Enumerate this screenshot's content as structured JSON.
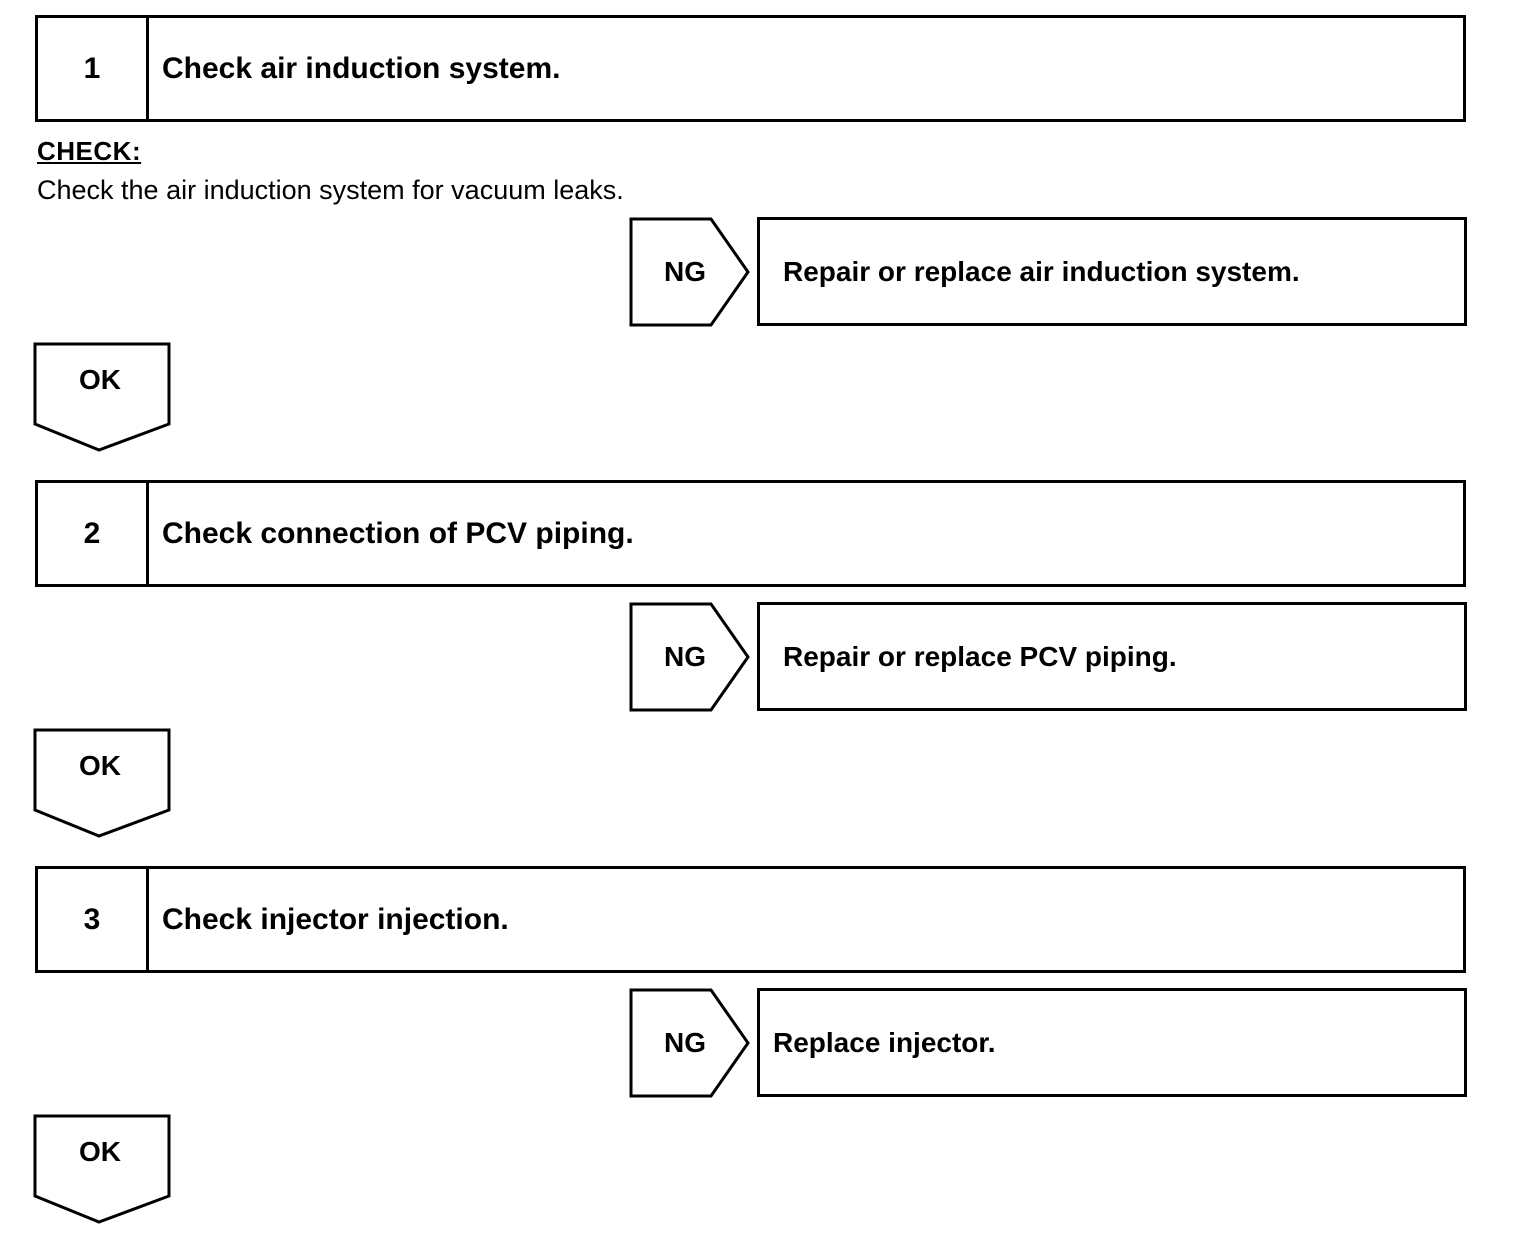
{
  "steps": [
    {
      "number": "1",
      "title": "Check air induction system.",
      "check_label": "CHECK:",
      "check_text": "Check the air induction system for vacuum leaks.",
      "ng_label": "NG",
      "ng_action": "Repair or replace air induction system.",
      "ok_label": "OK"
    },
    {
      "number": "2",
      "title": "Check connection of PCV piping.",
      "ng_label": "NG",
      "ng_action": "Repair or replace PCV piping.",
      "ok_label": "OK"
    },
    {
      "number": "3",
      "title": "Check injector injection.",
      "ng_label": "NG",
      "ng_action": "Replace injector.",
      "ok_label": "OK"
    }
  ]
}
